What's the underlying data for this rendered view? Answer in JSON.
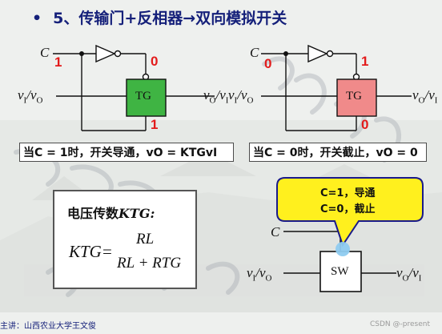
{
  "title": {
    "bullet": "•",
    "text": "5、传输门+反相器→双向模拟开关"
  },
  "left_circuit": {
    "control": "C",
    "control_value": "1",
    "inverter_output": "0",
    "gate_label": "TG",
    "bottom_value": "1",
    "input": "v_I/v_O",
    "output": "v_O/v_I",
    "gate_color": "#3fb443"
  },
  "right_circuit": {
    "control": "C",
    "control_value": "0",
    "inverter_output": "1",
    "gate_label": "TG",
    "bottom_value": "0",
    "input": "v_I/v_O",
    "output": "v_O/v_I",
    "gate_color": "#f08a8a"
  },
  "captions": {
    "left": "当C = 1时，开关导通，vO = KTGvI",
    "right": "当C = 0时，开关截止，vO = 0"
  },
  "gain": {
    "title_prefix": "电压传数",
    "title_symbol": "KTG:",
    "lhs": "KTG",
    "numerator": "RL",
    "denominator": "RL + RTG"
  },
  "switch": {
    "label": "SW",
    "control": "C",
    "input": "v_I/v_O",
    "output": "v_O/v_I",
    "callout_line1": "C=1，导通",
    "callout_line2": "C=0，截止",
    "callout_color": "#fff01e",
    "dot_color": "#8ecbf0"
  },
  "footer": "主讲：山西农业大学王文俊",
  "watermark": "CSDN @-present"
}
